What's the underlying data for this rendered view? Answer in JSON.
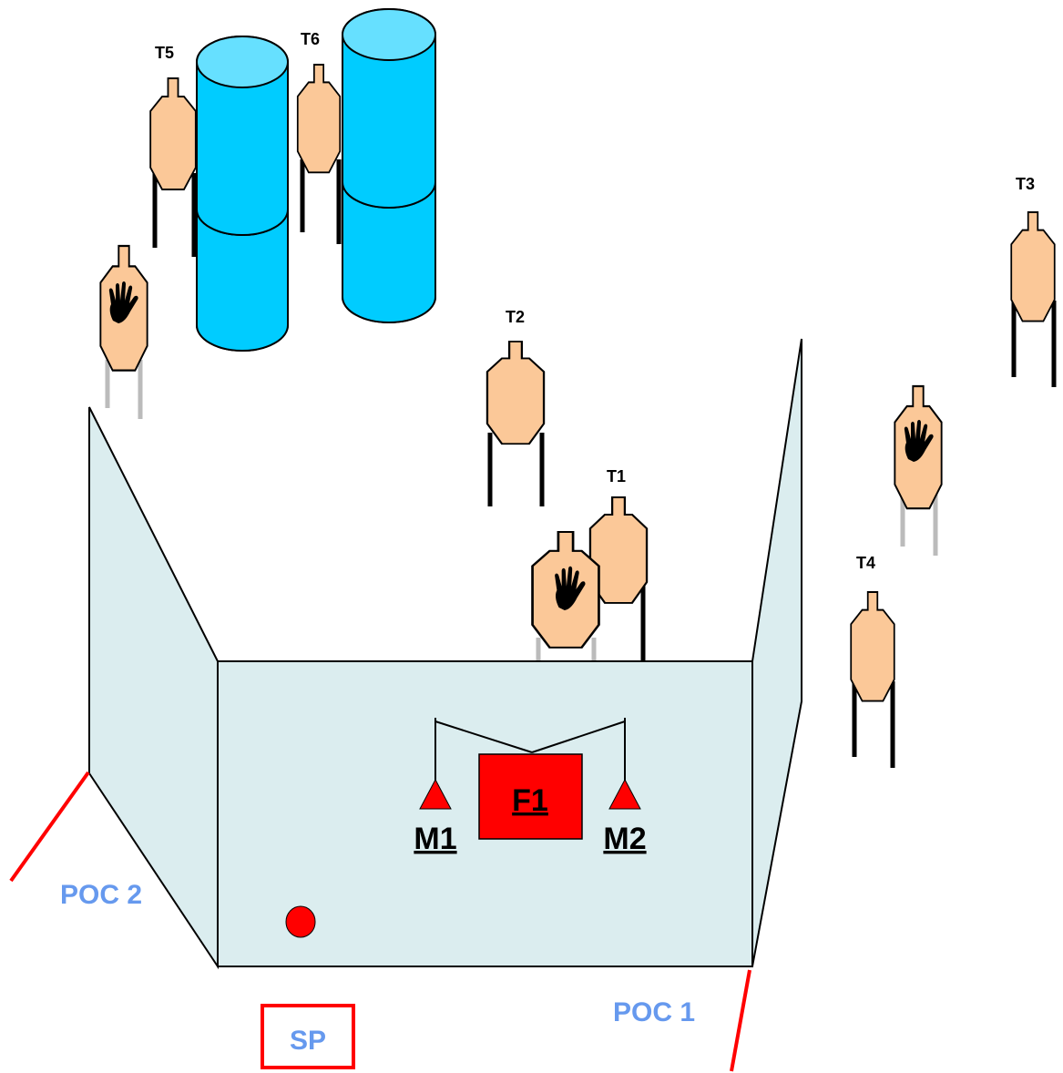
{
  "colors": {
    "target_fill": "#FBC898",
    "target_stroke": "#000000",
    "barrel_top": "#66E0FF",
    "barrel_body": "#00CCFF",
    "wall_fill": "#DBEDEF",
    "marker_red": "#FF0000",
    "poc_blue": "#6699EE",
    "legs_dark": "#000000",
    "legs_light": "#BBBBBB"
  },
  "targets": {
    "t1": "T1",
    "t2": "T2",
    "t3": "T3",
    "t4": "T4",
    "t5": "T5",
    "t6": "T6"
  },
  "no_shoot": {
    "icon": "hand-icon"
  },
  "positions": {
    "m1": "M1",
    "m2": "M2",
    "f1": "F1"
  },
  "points_of_contact": {
    "poc1": "POC 1",
    "poc2": "POC 2"
  },
  "start_position": "SP"
}
